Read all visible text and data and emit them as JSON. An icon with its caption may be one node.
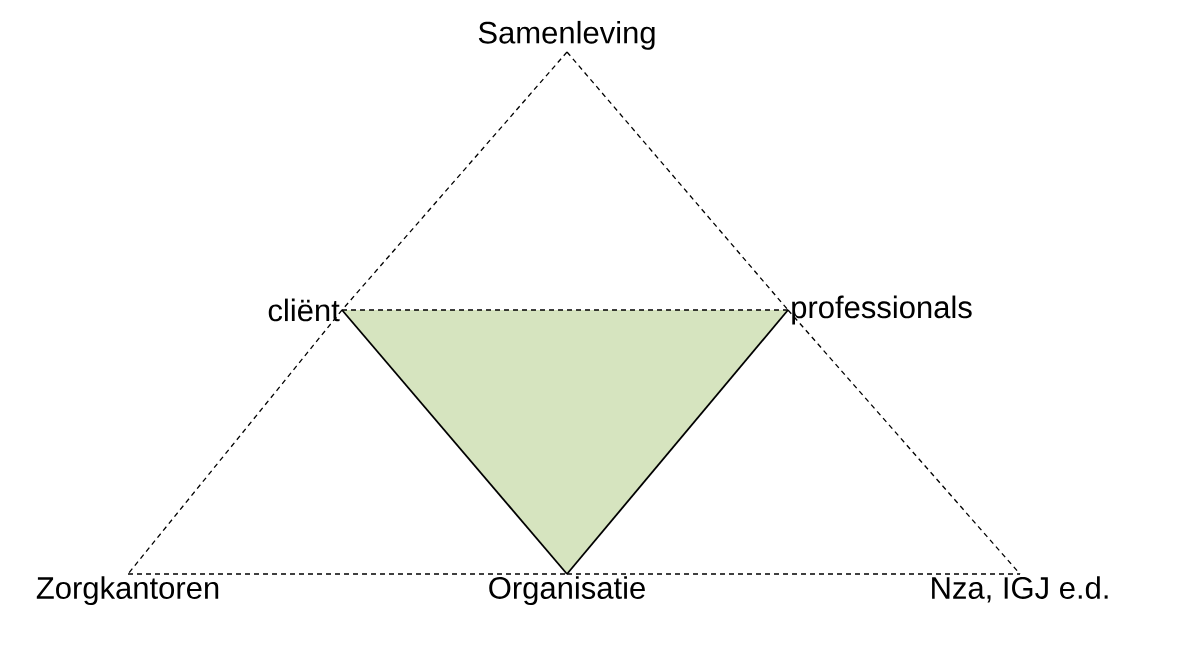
{
  "diagram": {
    "nodes": [
      {
        "text": [
          "Samenleving"
        ]
      },
      {
        "text": [
          "cliënt"
        ]
      },
      {
        "text": [
          "professionals"
        ]
      },
      {
        "text": [
          "Zorgkantoren"
        ]
      },
      {
        "text": [
          "Organisatie"
        ]
      },
      {
        "text": [
          "Nza, IGJ e.d."
        ]
      }
    ],
    "edges": [
      {
        "from": 0,
        "to": 1,
        "arrow": "none",
        "style": "dashed"
      },
      {
        "from": 0,
        "to": 2,
        "arrow": "none",
        "style": "dashed"
      },
      {
        "from": 1,
        "to": 2,
        "arrow": "none",
        "style": "dashed"
      },
      {
        "from": 1,
        "to": 3,
        "arrow": "none",
        "style": "dashed"
      },
      {
        "from": 2,
        "to": 5,
        "arrow": "none",
        "style": "dashed"
      },
      {
        "from": 3,
        "to": 4,
        "arrow": "none",
        "style": "dashed"
      },
      {
        "from": 4,
        "to": 5,
        "arrow": "none",
        "style": "dashed"
      },
      {
        "from": 1,
        "to": 4,
        "arrow": "none"
      },
      {
        "from": 2,
        "to": 4,
        "arrow": "none"
      }
    ]
  }
}
